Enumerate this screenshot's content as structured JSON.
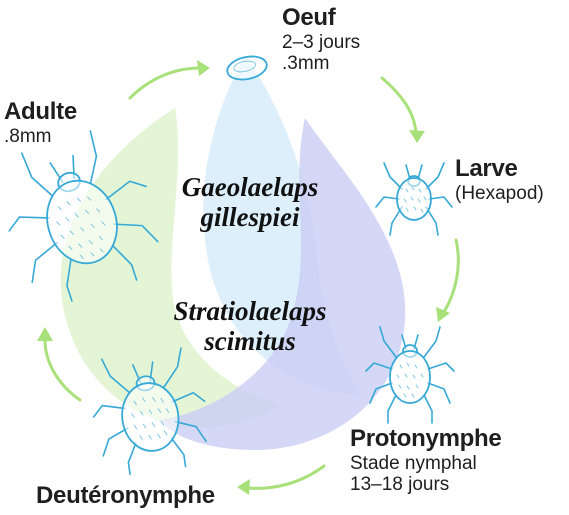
{
  "colors": {
    "green_drop": "#d9f2c7",
    "blue_drop": "#d6ecfa",
    "purple_drop": "#c9cdf4",
    "arrow": "#a8e07a",
    "mite_outline": "#36a9d6",
    "text": "#1f1f1f"
  },
  "species": {
    "first_line1": "Gaeolaelaps",
    "first_line2": "gillespiei",
    "second_line1": "Stratiolaelaps",
    "second_line2": "scimitus"
  },
  "stages": {
    "oeuf": {
      "name": "Oeuf",
      "duration": "2–3 jours",
      "size": ".3mm",
      "icon": "egg-icon"
    },
    "larve": {
      "name": "Larve",
      "note": "(Hexapod)",
      "icon": "larva-mite-icon"
    },
    "protonymphe": {
      "name": "Protonymphe",
      "note": "Stade nymphal",
      "duration": "13–18 jours",
      "icon": "protonymph-mite-icon"
    },
    "deutonymphe": {
      "name": "Deutéronymphe",
      "icon": "deutonymph-mite-icon"
    },
    "adulte": {
      "name": "Adulte",
      "size": ".8mm",
      "icon": "adult-mite-icon"
    }
  }
}
